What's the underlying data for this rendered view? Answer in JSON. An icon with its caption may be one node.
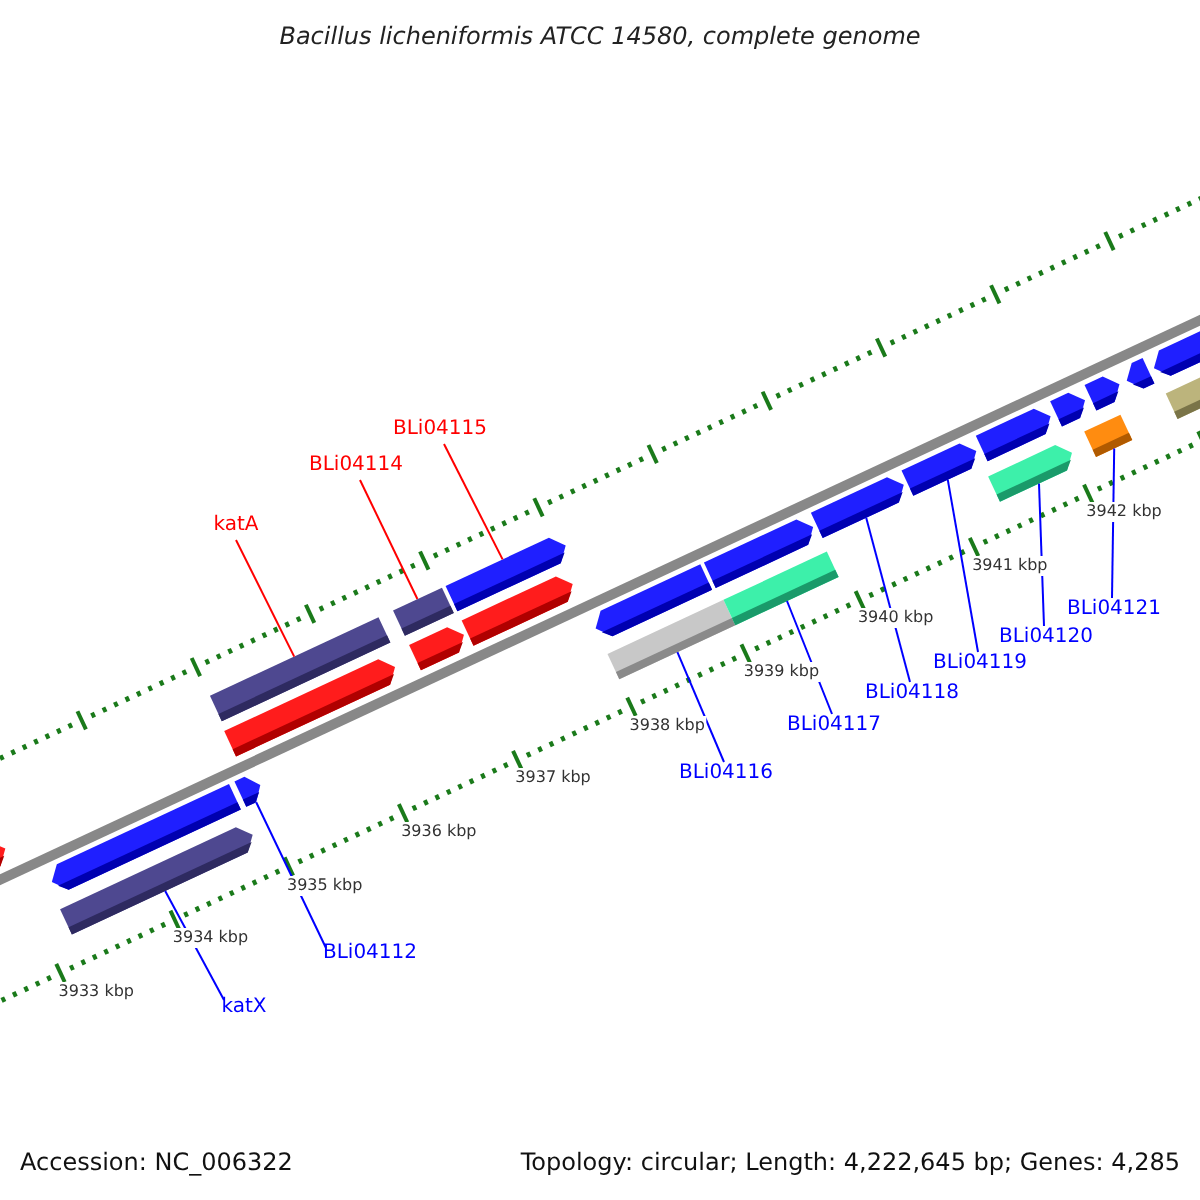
{
  "diagram": {
    "title": "Bacillus licheniformis ATCC 14580, complete genome",
    "nodes": [
      {
        "text": [
          "BLi04115"
        ]
      },
      {
        "text": [
          "BLi04114"
        ]
      },
      {
        "text": [
          "katA"
        ]
      },
      {
        "text": [
          "BLi04121"
        ]
      },
      {
        "text": [
          "BLi04120"
        ]
      },
      {
        "text": [
          "BLi04119"
        ]
      },
      {
        "text": [
          "BLi04118"
        ]
      },
      {
        "text": [
          "BLi04117"
        ]
      },
      {
        "text": [
          "BLi04116"
        ]
      },
      {
        "text": [
          "BLi04112"
        ]
      },
      {
        "text": [
          "katX"
        ]
      },
      {
        "text": [],
        "shape": "arrow"
      },
      {
        "text": [],
        "shape": "arrow"
      },
      {
        "text": [],
        "shape": "arrow"
      },
      {
        "text": [],
        "shape": "arrow"
      },
      {
        "text": [],
        "shape": "arrow"
      },
      {
        "text": [],
        "shape": "box"
      },
      {
        "text": [],
        "shape": "box"
      },
      {
        "text": [],
        "shape": "arrow"
      },
      {
        "text": [],
        "shape": "arrow"
      },
      {
        "text": [],
        "shape": "arrow"
      },
      {
        "text": [],
        "shape": "box"
      },
      {
        "text": [],
        "shape": "arrow"
      },
      {
        "text": [],
        "shape": "arrow"
      },
      {
        "text": [],
        "shape": "box"
      },
      {
        "text": [],
        "shape": "arrow"
      },
      {
        "text": [],
        "shape": "arrow"
      },
      {
        "text": [],
        "shape": "arrow"
      },
      {
        "text": [],
        "shape": "arrow"
      },
      {
        "text": [],
        "shape": "arrow"
      },
      {
        "text": [],
        "shape": "box"
      },
      {
        "text": [],
        "shape": "arrow"
      },
      {
        "text": [],
        "shape": "arrow"
      },
      {
        "text": [],
        "shape": "arrow"
      },
      {
        "text": [],
        "shape": "arrow"
      }
    ],
    "edges": [
      {
        "from": 0,
        "to": 19,
        "arrow": "none",
        "color": "#ff0000"
      },
      {
        "from": 1,
        "to": 17,
        "arrow": "none",
        "color": "#ff0000"
      },
      {
        "from": 2,
        "to": 16,
        "arrow": "none",
        "color": "#ff0000"
      },
      {
        "from": 3,
        "to": 30,
        "arrow": "none"
      },
      {
        "from": 4,
        "to": 27,
        "arrow": "none"
      },
      {
        "from": 5,
        "to": 26,
        "arrow": "none"
      },
      {
        "from": 6,
        "to": 25,
        "arrow": "none"
      },
      {
        "from": 7,
        "to": 24,
        "arrow": "none"
      },
      {
        "from": 8,
        "to": 21,
        "arrow": "none"
      },
      {
        "from": 9,
        "to": 14,
        "arrow": "none"
      },
      {
        "from": 10,
        "to": 12,
        "arrow": "none"
      }
    ],
    "labels": [
      "3933 kbp",
      "3934 kbp",
      "3935 kbp",
      "3936 kbp",
      "3937 kbp",
      "3938 kbp",
      "3939 kbp",
      "3940 kbp",
      "3941 kbp",
      "3942 kbp",
      "Accession: NC_006322",
      "Topology: circular; Length: 4,222,645 bp; Genes: 4,285"
    ]
  }
}
